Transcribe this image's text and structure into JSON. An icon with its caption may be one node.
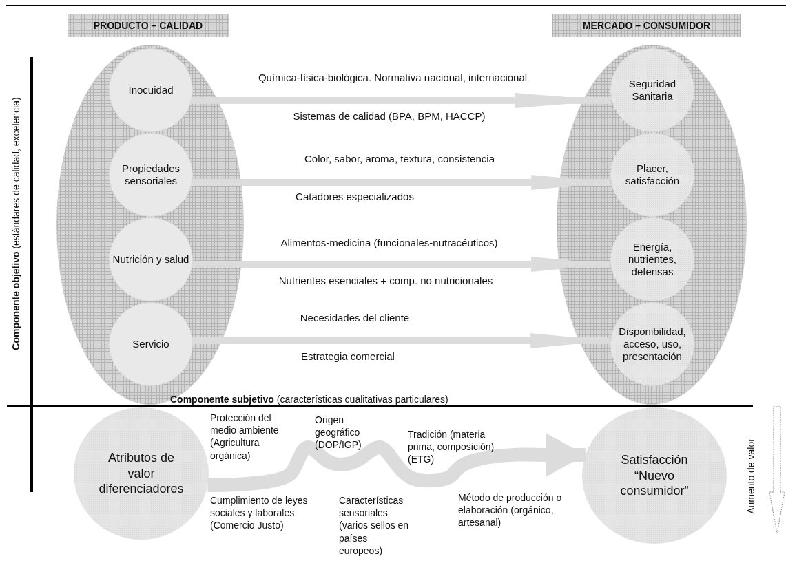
{
  "diagram": {
    "nodes": [
      {
        "text": [
          "PRODUCTO – CALIDAD"
        ]
      },
      {
        "text": [
          "MERCADO – CONSUMIDOR"
        ]
      },
      {
        "text": [],
        "shape": "ellipse"
      },
      {
        "text": [
          "Inocuidad"
        ],
        "in": 2
      },
      {
        "text": [
          "Propiedades sensoriales"
        ],
        "in": 2
      },
      {
        "text": [
          "Nutrición y salud"
        ],
        "in": 2
      },
      {
        "text": [
          "Servicio"
        ],
        "in": 2
      },
      {
        "text": [],
        "shape": "ellipse"
      },
      {
        "text": [
          "Seguridad Sanitaria"
        ],
        "in": 7
      },
      {
        "text": [
          "Placer, satisfacción"
        ],
        "in": 7
      },
      {
        "text": [
          "Energía, nutrientes, defensas"
        ],
        "in": 7
      },
      {
        "text": [
          "Disponibilidad, acceso, uso, presentación"
        ],
        "in": 7
      },
      {
        "text": [
          "Atributos de valor diferenciadores"
        ]
      },
      {
        "text": [
          "Satisfacción “Nuevo consumidor”"
        ]
      }
    ],
    "edges": [
      {
        "from": 3,
        "to": 8,
        "arrow": "to"
      },
      {
        "from": 4,
        "to": 9,
        "arrow": "to"
      },
      {
        "from": 5,
        "to": 10,
        "arrow": "to"
      },
      {
        "from": 6,
        "to": 11,
        "arrow": "to"
      },
      {
        "from": 12,
        "to": 13,
        "arrow": "to",
        "style": "thick"
      }
    ],
    "labels": [
      "**Componente objetivo** (estándares de calidad, excelencia)",
      "Química-física-biológica. Normativa nacional, internacional",
      "Sistemas de calidad (BPA, BPM, HACCP)",
      "Color, sabor, aroma, textura, consistencia",
      "Catadores especializados",
      "Alimentos-medicina (funcionales-nutracéuticos)",
      "Nutrientes esenciales + comp. no nutricionales",
      "Necesidades del cliente",
      "Estrategia comercial",
      "**Componente subjetivo** (características cualitativas particulares)",
      "Protección del medio ambiente (Agricultura orgánica)",
      "Origen geográfico (DOP/IGP)",
      "Tradición (materia prima, composición) (ETG)",
      "Cumplimiento de leyes sociales y laborales (Comercio Justo)",
      "Características sensoriales (varios sellos en países europeos)",
      "Método de producción o elaboración (orgánico, artesanal)",
      "Aumento de valor"
    ]
  }
}
